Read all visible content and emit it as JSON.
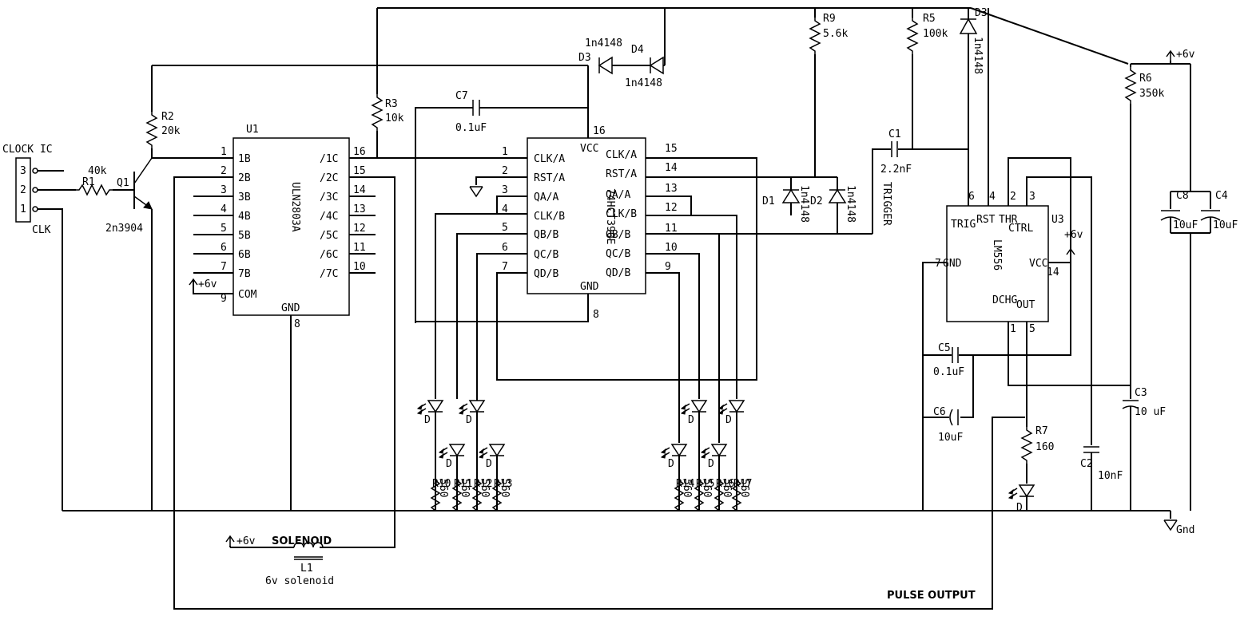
{
  "clock": {
    "header": "CLOCK IC",
    "pin3": "3",
    "pin2": "2",
    "pin1": "1",
    "label": "CLK"
  },
  "r1": {
    "ref": "R1",
    "value": "40k"
  },
  "q1": {
    "ref": "Q1",
    "part": "2n3904"
  },
  "r2": {
    "ref": "R2",
    "value": "20k"
  },
  "r3": {
    "ref": "R3",
    "value": "10k"
  },
  "r9": {
    "ref": "R9",
    "value": "5.6k"
  },
  "r5": {
    "ref": "R5",
    "value": "100k"
  },
  "r6": {
    "ref": "R6",
    "value": "350k"
  },
  "r7": {
    "ref": "R7",
    "value": "160"
  },
  "d3a": {
    "ref": "D3",
    "part": "1n4148"
  },
  "d4": {
    "ref": "D4",
    "part": "1n4148"
  },
  "d3b": {
    "ref": "D3",
    "part": "1n4148"
  },
  "d1": {
    "ref": "D1",
    "part": "1n4148"
  },
  "d2": {
    "ref": "D2",
    "part": "1n4148"
  },
  "c7": {
    "ref": "C7",
    "value": "0.1uF"
  },
  "c1": {
    "ref": "C1",
    "value": "2.2nF"
  },
  "c5": {
    "ref": "C5",
    "value": "0.1uF"
  },
  "c6": {
    "ref": "C6",
    "value": "10uF"
  },
  "c3": {
    "ref": "C3",
    "value": "10 uF"
  },
  "c2": {
    "ref": "C2",
    "value": "10nF"
  },
  "c8": {
    "ref": "C8",
    "value": "10uF"
  },
  "c4": {
    "ref": "C4",
    "value": "10uF"
  },
  "trigger": "TRIGGER",
  "u1": {
    "ref": "U1",
    "part": "ULN2803A",
    "gnd": "GND",
    "gnd_pin": "8",
    "left_pins": [
      {
        "num": "1",
        "label": "1B"
      },
      {
        "num": "2",
        "label": "2B"
      },
      {
        "num": "3",
        "label": "3B"
      },
      {
        "num": "4",
        "label": "4B"
      },
      {
        "num": "5",
        "label": "5B"
      },
      {
        "num": "6",
        "label": "6B"
      },
      {
        "num": "7",
        "label": "7B"
      },
      {
        "num": "9",
        "label": "COM"
      }
    ],
    "right_pins": [
      {
        "num": "16",
        "label": "/1C"
      },
      {
        "num": "15",
        "label": "/2C"
      },
      {
        "num": "14",
        "label": "/3C"
      },
      {
        "num": "13",
        "label": "/4C"
      },
      {
        "num": "12",
        "label": "/5C"
      },
      {
        "num": "11",
        "label": "/6C"
      },
      {
        "num": "10",
        "label": "/7C"
      }
    ]
  },
  "u2": {
    "part": "74HCT390E",
    "vcc": "VCC",
    "gnd": "GND",
    "vcc_pin": "16",
    "gnd_pin": "8",
    "left_pins": [
      {
        "num": "1",
        "label": "CLK/A"
      },
      {
        "num": "2",
        "label": "RST/A"
      },
      {
        "num": "3",
        "label": "QA/A"
      },
      {
        "num": "4",
        "label": "CLK/B"
      },
      {
        "num": "5",
        "label": "QB/B"
      },
      {
        "num": "6",
        "label": "QC/B"
      },
      {
        "num": "7",
        "label": "QD/B"
      }
    ],
    "right_pins": [
      {
        "num": "15",
        "label": "CLK/A"
      },
      {
        "num": "14",
        "label": "RST/A"
      },
      {
        "num": "13",
        "label": "QA/A"
      },
      {
        "num": "12",
        "label": "CLK/B"
      },
      {
        "num": "11",
        "label": "QB/B"
      },
      {
        "num": "10",
        "label": "QC/B"
      },
      {
        "num": "9",
        "label": "QD/B"
      }
    ]
  },
  "u3": {
    "ref": "U3",
    "part": "LM556",
    "trig": "TRIG",
    "rst": "RST",
    "thr": "THR",
    "ctrl": "CTRL",
    "gnd": "GND",
    "vcc": "VCC",
    "dchg": "DCHG",
    "out": "OUT",
    "pin6": "6",
    "pin4": "4",
    "pin2": "2",
    "pin3": "3",
    "pin7": "7",
    "pin14": "14",
    "pin1": "1",
    "pin5": "5"
  },
  "leds": {
    "diode": "D",
    "resistors_left": [
      "R10",
      "R11",
      "R12",
      "R13"
    ],
    "resistors_right": [
      "R14",
      "R15",
      "R16",
      "R17"
    ],
    "value": "560"
  },
  "supply": {
    "plus6v": "+6v",
    "gnd": "Gnd"
  },
  "solenoid": {
    "title": "SOLENOID",
    "ref": "L1",
    "desc": "6v solenoid"
  },
  "pulse_output": "PULSE OUTPUT"
}
